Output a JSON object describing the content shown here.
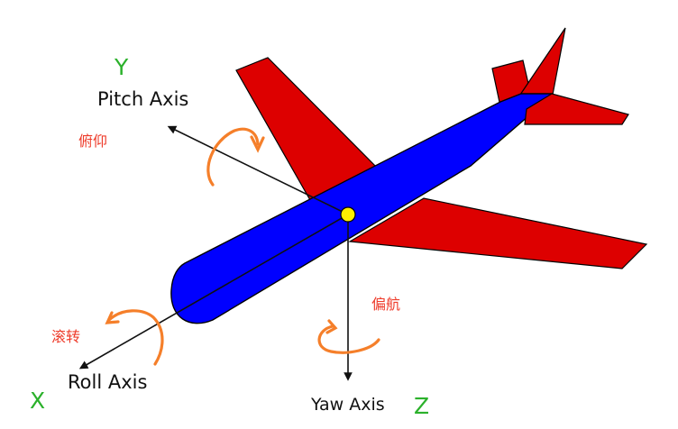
{
  "diagram": {
    "axes": {
      "pitch": {
        "name": "Pitch Axis",
        "letter": "Y",
        "motion_cn": "俯仰"
      },
      "roll": {
        "name": "Roll Axis",
        "letter": "X",
        "motion_cn": "滚转"
      },
      "yaw": {
        "name": "Yaw Axis",
        "letter": "Z",
        "motion_cn": "偏航"
      }
    },
    "colors": {
      "fuselage": "#0000ff",
      "wings": "#dd0000",
      "center_point": "#ffee00",
      "rotation_arrows": "#f57f2a",
      "axis_letters": "#2bb12b",
      "motion_labels": "#ee3b2a",
      "axis_lines": "#000000"
    }
  }
}
